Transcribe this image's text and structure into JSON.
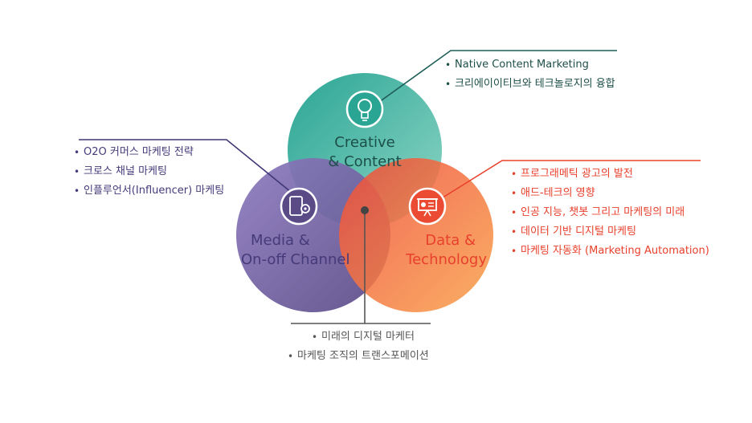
{
  "colors": {
    "creative": "#3fb8a3",
    "media": "#6b5a9e",
    "data": "#f0553d",
    "creative_text": "#1d4f49",
    "media_text": "#453a7a",
    "data_text": "#e8402c",
    "center_text": "#555555"
  },
  "circles": {
    "creative": {
      "title_line1": "Creative",
      "title_line2": "& Content",
      "icon": "lightbulb-icon"
    },
    "media": {
      "title_line1": "Media &",
      "title_line2": "On-off Channel",
      "icon": "tablet-settings-icon"
    },
    "data": {
      "title_line1": "Data &",
      "title_line2": "Technology",
      "icon": "presentation-chart-icon"
    }
  },
  "lists": {
    "creative": [
      "Native Content Marketing",
      "크리에이이티브와 테크놀로지의 융합"
    ],
    "media": [
      "O2O 커머스 마케팅 전략",
      "크로스 채널 마케팅",
      "인플루언서(Influencer)  마케팅"
    ],
    "data": [
      "프로그래메틱 광고의 발전",
      "애드-테크의 영향",
      "인공 지능, 챗봇 그리고 마케팅의 미래",
      "데이터 기반 디지털 마케팅",
      "마케팅 자동화 (Marketing Automation)"
    ],
    "center": [
      "미래의 디지털 마케터",
      "마케팅 조직의 트랜스포메이션"
    ]
  }
}
